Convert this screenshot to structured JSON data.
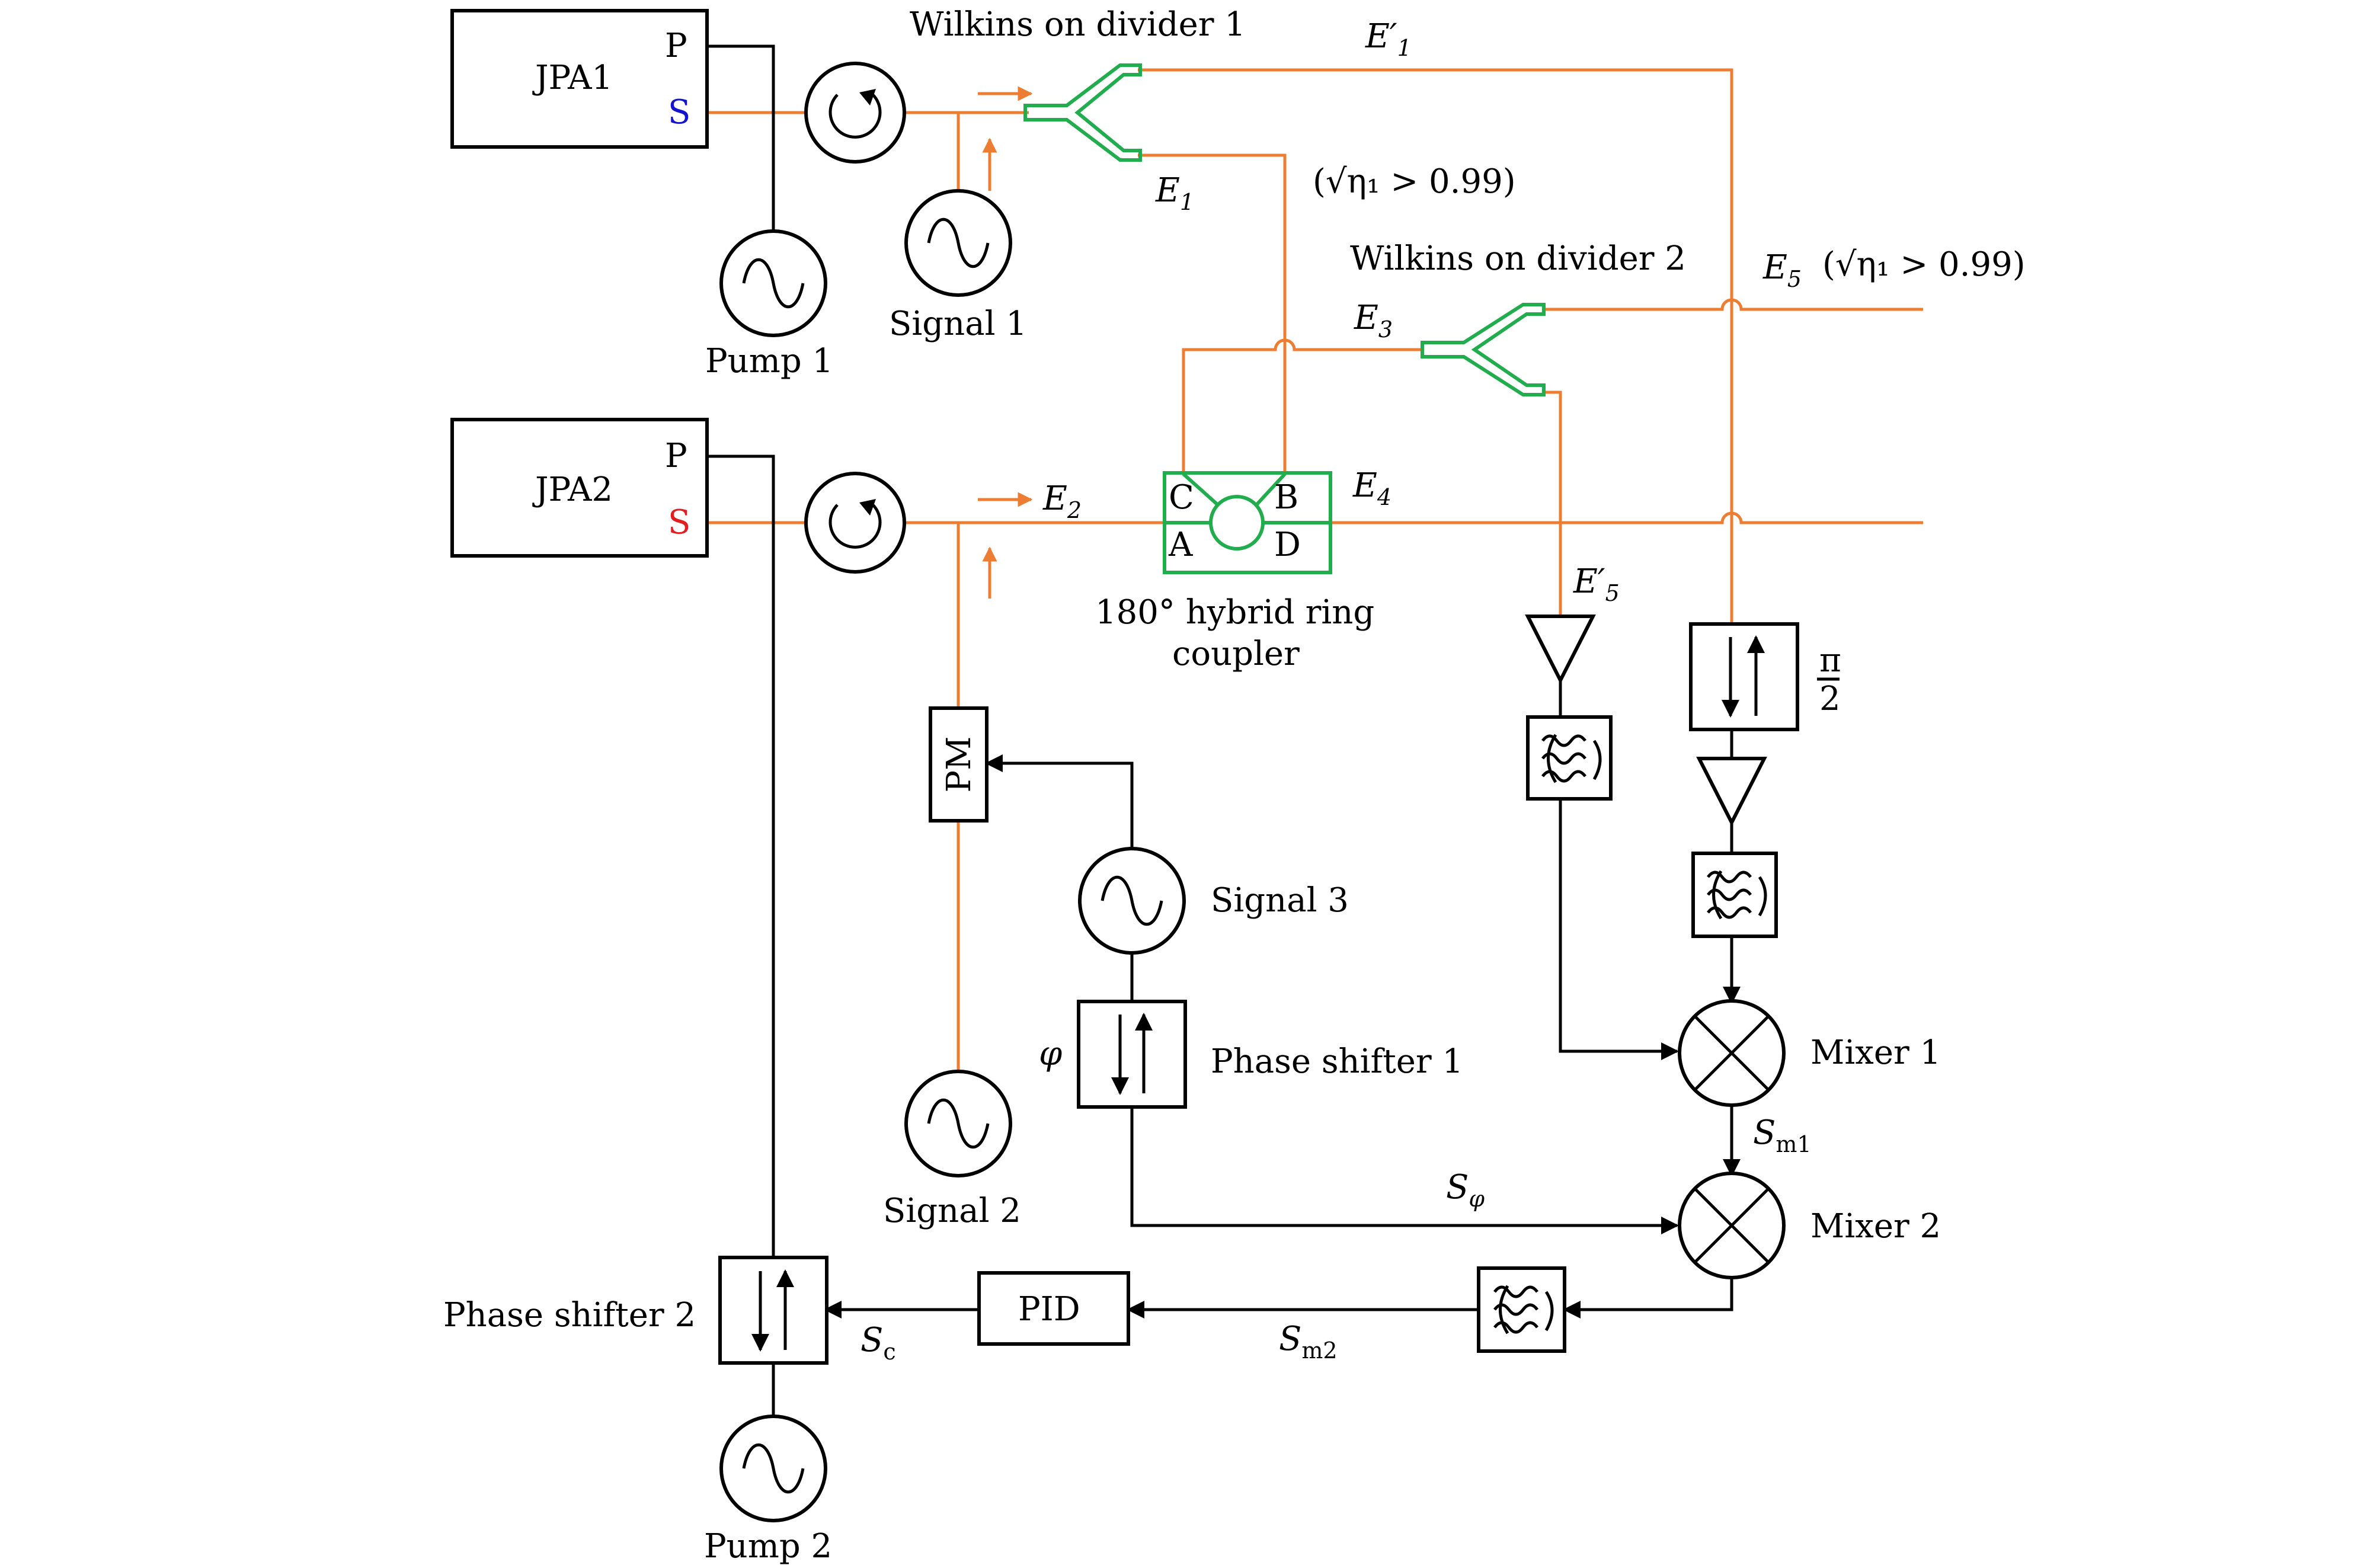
{
  "colors": {
    "rf_line": "#ec7d33",
    "wilkinson": "#21ad4e",
    "dc_line": "#000000",
    "port_s_jpa1": "#1414cc",
    "port_s_jpa2": "#e02020"
  },
  "jpa1": {
    "name": "JPA1",
    "port_p": "P",
    "port_s": "S"
  },
  "jpa2": {
    "name": "JPA2",
    "port_p": "P",
    "port_s": "S"
  },
  "pump1": {
    "label": "Pump 1"
  },
  "pump2": {
    "label": "Pump 2"
  },
  "signal1": {
    "label": "Signal 1"
  },
  "signal2": {
    "label": "Signal 2"
  },
  "signal3": {
    "label": "Signal 3"
  },
  "divider1": {
    "label": "Wilkins on divider 1"
  },
  "divider2": {
    "label": "Wilkins on divider 2"
  },
  "coupler": {
    "label_line1": "180° hybrid ring",
    "label_line2": "coupler",
    "port_a": "A",
    "port_b": "B",
    "port_c": "C",
    "port_d": "D"
  },
  "fields": {
    "e1": "E",
    "e1_sub": "1",
    "e1p": "E′",
    "e1p_sub": "1",
    "e2": "E",
    "e2_sub": "2",
    "e3": "E",
    "e3_sub": "3",
    "e4": "E",
    "e4_sub": "4",
    "e5": "E",
    "e5_sub": "5",
    "e5p": "E′",
    "e5p_sub": "5"
  },
  "annotations": {
    "eta_e1": "(√η₁ > 0.99)",
    "eta_e5": "(√η₁ > 0.99)"
  },
  "pm": {
    "label": "PM"
  },
  "pid": {
    "label": "PID"
  },
  "phase_shifter1": {
    "label": "Phase shifter 1",
    "symbol": "φ"
  },
  "phase_shifter2": {
    "label": "Phase shifter 2"
  },
  "pi_shifter": {
    "num": "π",
    "den": "2"
  },
  "mixer1": {
    "label": "Mixer 1"
  },
  "mixer2": {
    "label": "Mixer 2"
  },
  "signals": {
    "sm1": "S",
    "sm1_sub": "m1",
    "sphi": "S",
    "sphi_sub": "φ",
    "sm2": "S",
    "sm2_sub": "m2",
    "sc": "S",
    "sc_sub": "c"
  }
}
